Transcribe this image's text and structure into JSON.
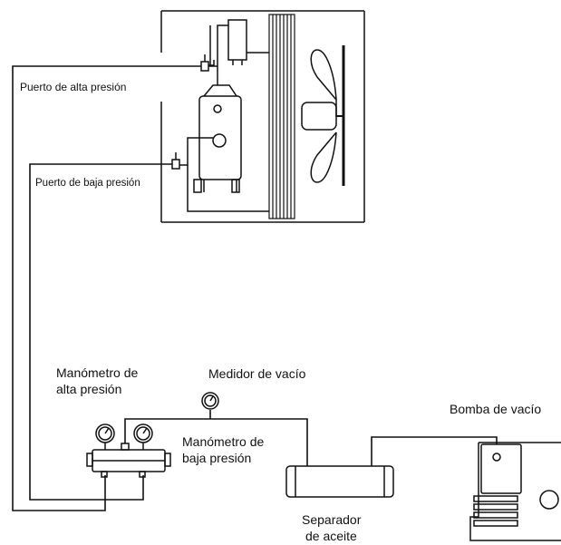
{
  "labels": {
    "high_port": "Puerto de alta presión",
    "low_port": "Puerto de baja presión",
    "high_gauge_l1": "Manómetro de",
    "high_gauge_l2": "alta presión",
    "vacuum_meter": "Medidor de vacío",
    "low_gauge_l1": "Manómetro de",
    "low_gauge_l2": "baja presión",
    "vacuum_pump": "Bomba de vacío",
    "separator_l1": "Separador",
    "separator_l2": "de aceite"
  },
  "icons": [
    "gauge-icon",
    "fan-icon",
    "condenser-coil-icon",
    "compressor-icon",
    "valve-icon",
    "vacuum-pump-icon",
    "oil-separator-icon"
  ]
}
